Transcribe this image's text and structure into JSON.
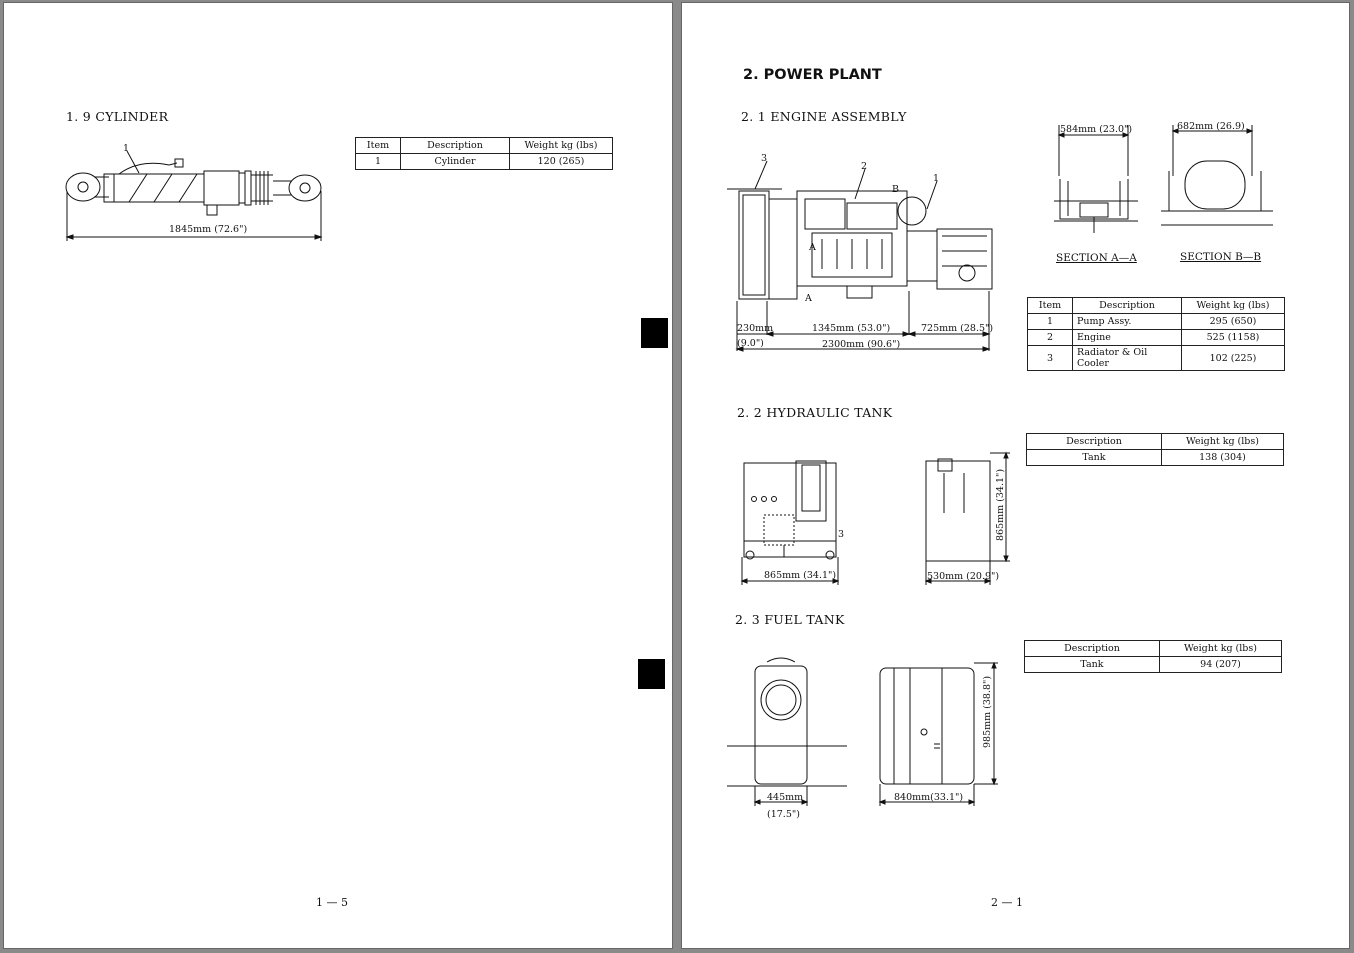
{
  "left_page": {
    "section_title": "1. 9  CYLINDER",
    "page_number": "1 — 5",
    "table": {
      "headers": [
        "Item",
        "Description",
        "Weight kg (lbs)"
      ],
      "rows": [
        [
          "1",
          "Cylinder",
          "120 (265)"
        ]
      ]
    },
    "drawing": {
      "callout": "1",
      "dim": "1845mm (72.6\")"
    }
  },
  "right_page": {
    "chapter_title": "2. POWER PLANT",
    "page_number": "2 — 1",
    "engine": {
      "section_title": "2. 1  ENGINE ASSEMBLY",
      "callouts": [
        "3",
        "2",
        "1"
      ],
      "marks": [
        "B",
        "A",
        "A"
      ],
      "dims": {
        "d230": "230mm",
        "d90": "(9.0\")",
        "d1345": "1345mm (53.0\")",
        "d725": "725mm (28.5\")",
        "d2300": "2300mm (90.6\")",
        "d584": "584mm (23.0\")",
        "d682": "682mm (26.9)"
      },
      "section_aa": "SECTION A—A",
      "section_bb": "SECTION B—B",
      "table": {
        "headers": [
          "Item",
          "Description",
          "Weight kg (lbs)"
        ],
        "rows": [
          [
            "1",
            "Pump Assy.",
            "295 (650)"
          ],
          [
            "2",
            "Engine",
            "525 (1158)"
          ],
          [
            "3",
            "Radiator & Oil Cooler",
            "102 (225)"
          ]
        ]
      }
    },
    "hydraulic": {
      "section_title": "2. 2  HYDRAULIC TANK",
      "callout": "3",
      "dims": {
        "w": "865mm (34.1\")",
        "d": "530mm (20.9\")",
        "h": "865mm (34.1\")"
      },
      "table": {
        "headers": [
          "Description",
          "Weight kg (lbs)"
        ],
        "rows": [
          [
            "Tank",
            "138 (304)"
          ]
        ]
      }
    },
    "fuel": {
      "section_title": "2. 3  FUEL TANK",
      "dims": {
        "w": "445mm",
        "w_in": "(17.5\")",
        "d": "840mm(33.1\")",
        "h": "985mm (38.8\")"
      },
      "table": {
        "headers": [
          "Description",
          "Weight kg (lbs)"
        ],
        "rows": [
          [
            "Tank",
            "94 (207)"
          ]
        ]
      }
    }
  }
}
